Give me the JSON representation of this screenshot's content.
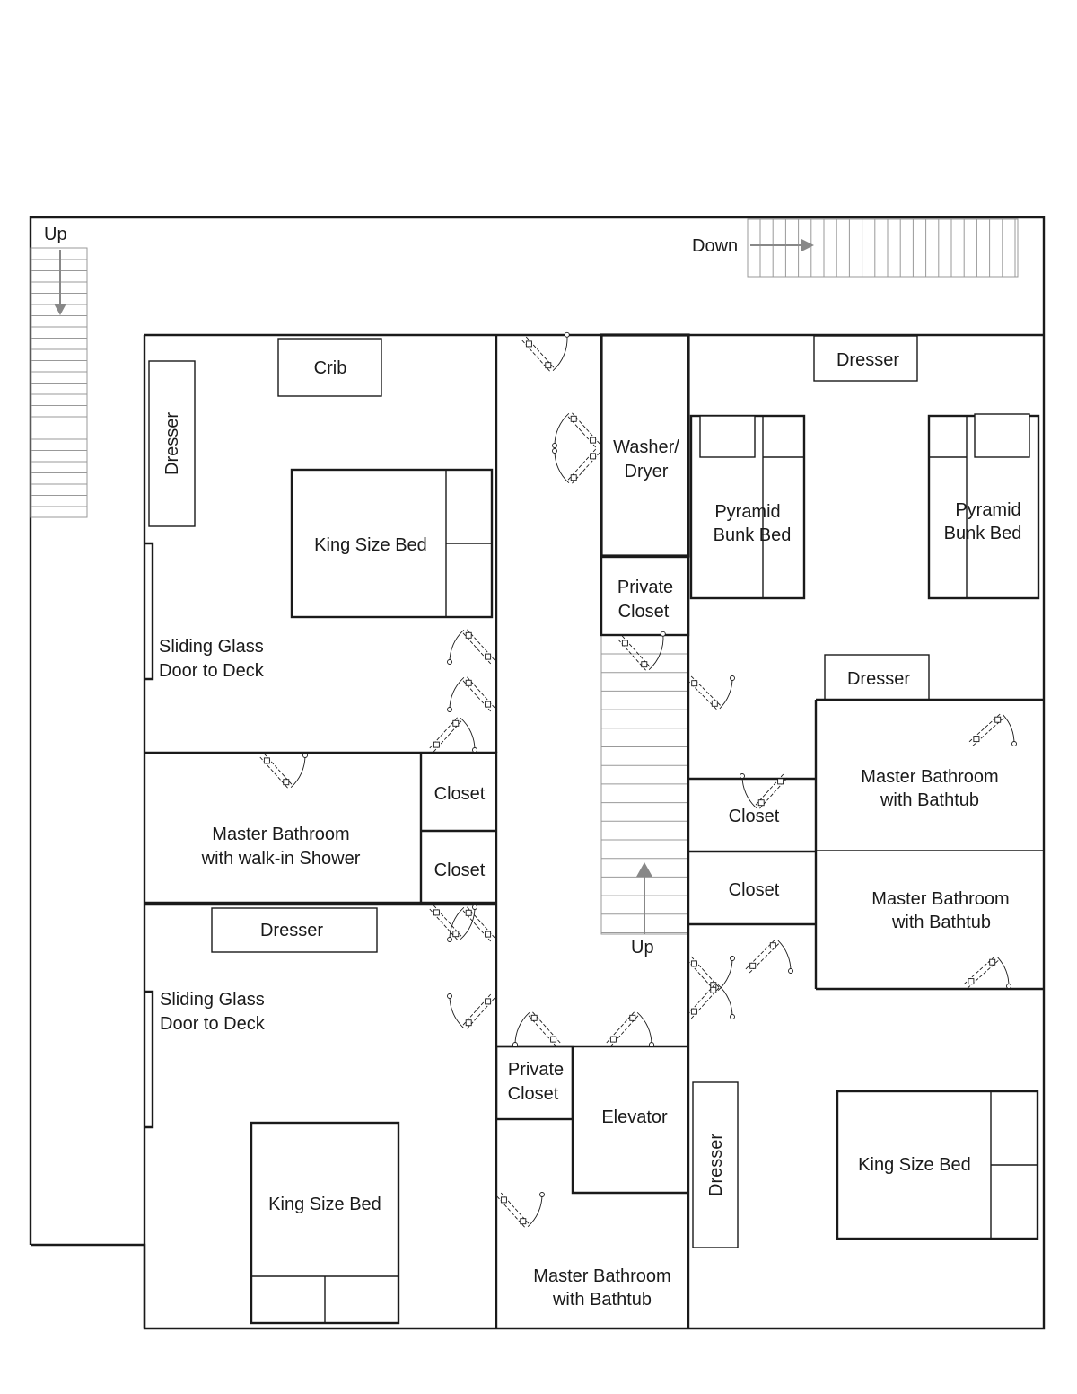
{
  "stairs": {
    "left_up": "Up",
    "top_down": "Down",
    "center_up": "Up"
  },
  "bedroom_nw": {
    "crib": "Crib",
    "dresser": "Dresser",
    "bed": "King Size Bed",
    "door_line1": "Sliding Glass",
    "door_line2": "Door to Deck"
  },
  "bath_w": {
    "line1": "Master Bathroom",
    "line2": "with walk-in Shower"
  },
  "closets_w": [
    "Closet",
    "Closet"
  ],
  "bedroom_sw": {
    "dresser": "Dresser",
    "door_line1": "Sliding Glass",
    "door_line2": "Door to Deck",
    "bed": "King Size Bed"
  },
  "center": {
    "washer_line1": "Washer/",
    "washer_line2": "Dryer",
    "private_closet_top_line1": "Private",
    "private_closet_top_line2": "Closet",
    "private_closet_bottom_line1": "Private",
    "private_closet_bottom_line2": "Closet",
    "elevator": "Elevator",
    "bath_line1": "Master Bathroom",
    "bath_line2": "with Bathtub"
  },
  "bunk_room": {
    "dresser": "Dresser",
    "bunk1_line1": "Pyramid",
    "bunk1_line2": "Bunk Bed",
    "bunk2_line1": "Pyramid",
    "bunk2_line2": "Bunk Bed",
    "dresser2": "Dresser"
  },
  "east": {
    "closet1": "Closet",
    "closet2": "Closet",
    "bath1_line1": "Master Bathroom",
    "bath1_line2": "with Bathtub",
    "bath2_line1": "Master Bathroom",
    "bath2_line2": "with Bathtub"
  },
  "bedroom_se": {
    "dresser": "Dresser",
    "bed": "King Size Bed"
  }
}
